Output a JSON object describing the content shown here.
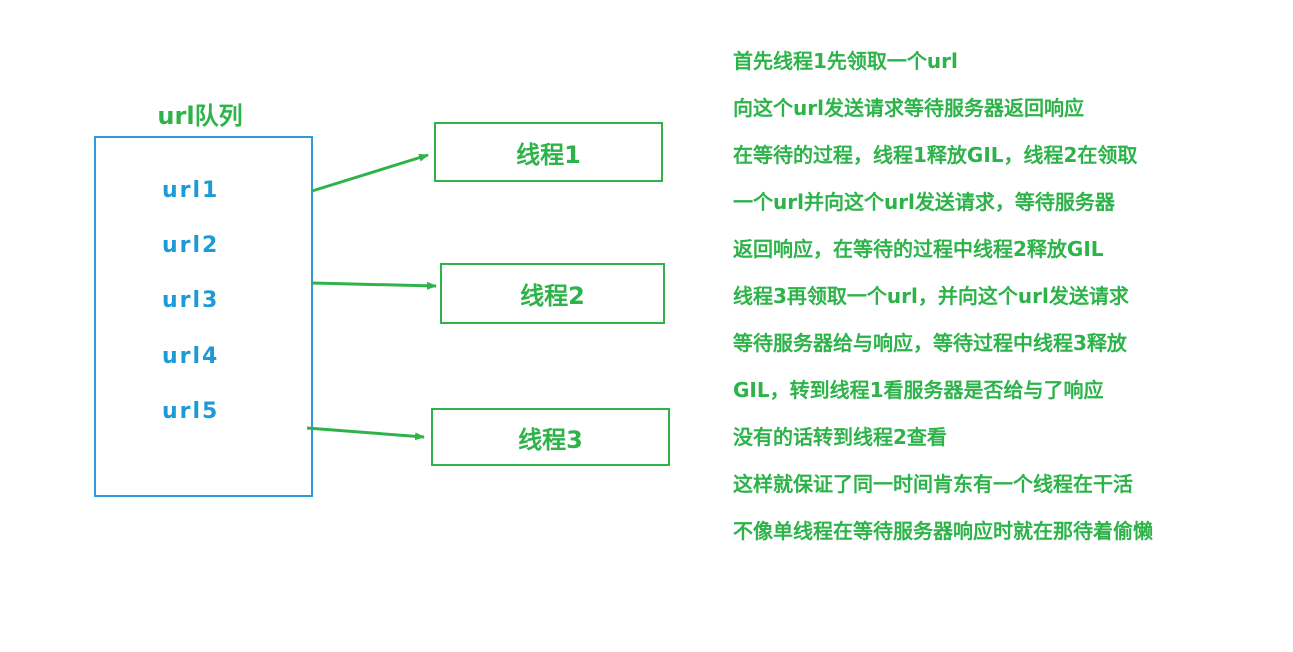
{
  "colors": {
    "green": "#2db34a",
    "blue": "#1e9ad6",
    "box_border": "#2e9bd8"
  },
  "queue": {
    "title": "url队列",
    "items": [
      "url1",
      "url2",
      "url3",
      "url4",
      "url5"
    ]
  },
  "threads": [
    "线程1",
    "线程2",
    "线程3"
  ],
  "notes": [
    "首先线程1先领取一个url",
    "向这个url发送请求等待服务器返回响应",
    "在等待的过程，线程1释放GIL，线程2在领取",
    "一个url并向这个url发送请求，等待服务器",
    "返回响应，在等待的过程中线程2释放GIL",
    "线程3再领取一个url，并向这个url发送请求",
    "等待服务器给与响应，等待过程中线程3释放",
    "GIL，转到线程1看服务器是否给与了响应",
    "没有的话转到线程2查看",
    "这样就保证了同一时间肯东有一个线程在干活",
    "不像单线程在等待服务器响应时就在那待着偷懒"
  ]
}
